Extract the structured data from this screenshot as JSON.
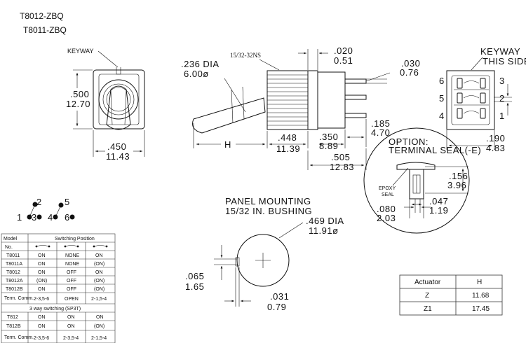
{
  "titles": [
    "T8012-ZBQ",
    "T8011-ZBQ"
  ],
  "front_view": {
    "keyway_label": "KEYWAY",
    "height_in": ".500",
    "height_mm": "12.70",
    "width_in": ".450",
    "width_mm": "11.43"
  },
  "side_view": {
    "thread_label": "15/32-32NS",
    "dia_in": ".236 DIA",
    "dia_mm": "6.00ø",
    "gap_in": ".020",
    "gap_mm": "0.51",
    "term_in": ".030",
    "term_mm": "0.76",
    "h_label": "H",
    "bush_in": ".448",
    "bush_mm": "11.39",
    "body_in": ".350",
    "body_mm": "8.89",
    "term_len_in": ".185",
    "term_len_mm": "4.70",
    "total_in": ".505",
    "total_mm": "12.83"
  },
  "rear_view": {
    "keyway_label": "KEYWAY",
    "keyway_sub": "THIS SIDE",
    "pins": [
      "6",
      "3",
      "5",
      "2",
      "4",
      "1"
    ],
    "width_in": ".190",
    "width_mm": "4.83"
  },
  "seal_detail": {
    "option_label": "OPTION:",
    "seal_label": "TERMINAL SEAL(-E)",
    "epoxy_label": "EPOXY",
    "seal_sub": "SEAL",
    "dim1_in": ".156",
    "dim1_mm": "3.96",
    "dim2_in": ".047",
    "dim2_mm": "1.19",
    "dim3_in": ".080",
    "dim3_mm": "2.03"
  },
  "schematic": {
    "pins": [
      "1",
      "2",
      "3",
      "4",
      "5",
      "6"
    ]
  },
  "panel": {
    "label1": "PANEL MOUNTING",
    "label2": "15/32 IN. BUSHING",
    "dia_in": ".469 DIA",
    "dia_mm": "11.91ø",
    "flat_in": ".065",
    "flat_mm": "1.65",
    "key_in": ".031",
    "key_mm": "0.79"
  },
  "model_table": {
    "header_model": "Model",
    "header_no": "No.",
    "header_pos": "Switching Position",
    "rows": [
      [
        "T8011",
        "ON",
        "NONE",
        "ON"
      ],
      [
        "T8011A",
        "ON",
        "NONE",
        "(ON)"
      ],
      [
        "T8012",
        "ON",
        "OFF",
        "ON"
      ],
      [
        "T8012A",
        "(ON)",
        "OFF",
        "(ON)"
      ],
      [
        "T8012B",
        "ON",
        "OFF",
        "(ON)"
      ]
    ],
    "term_label": "Term. Comm.",
    "term_vals": [
      "2-3,5-6",
      "OPEN",
      "2-1,5-4"
    ],
    "spdt_label": "3 way switching (SP3T)",
    "rows2": [
      [
        "T812",
        "ON",
        "ON",
        "ON"
      ],
      [
        "T812B",
        "ON",
        "ON",
        "(ON)"
      ]
    ],
    "term_vals2": [
      "2-3,5-6",
      "2-3,5-4",
      "2-1,5-4"
    ]
  },
  "actuator_table": {
    "header": [
      "Actuator",
      "H"
    ],
    "rows": [
      [
        "Z",
        "11.68"
      ],
      [
        "Z1",
        "17.45"
      ]
    ]
  }
}
